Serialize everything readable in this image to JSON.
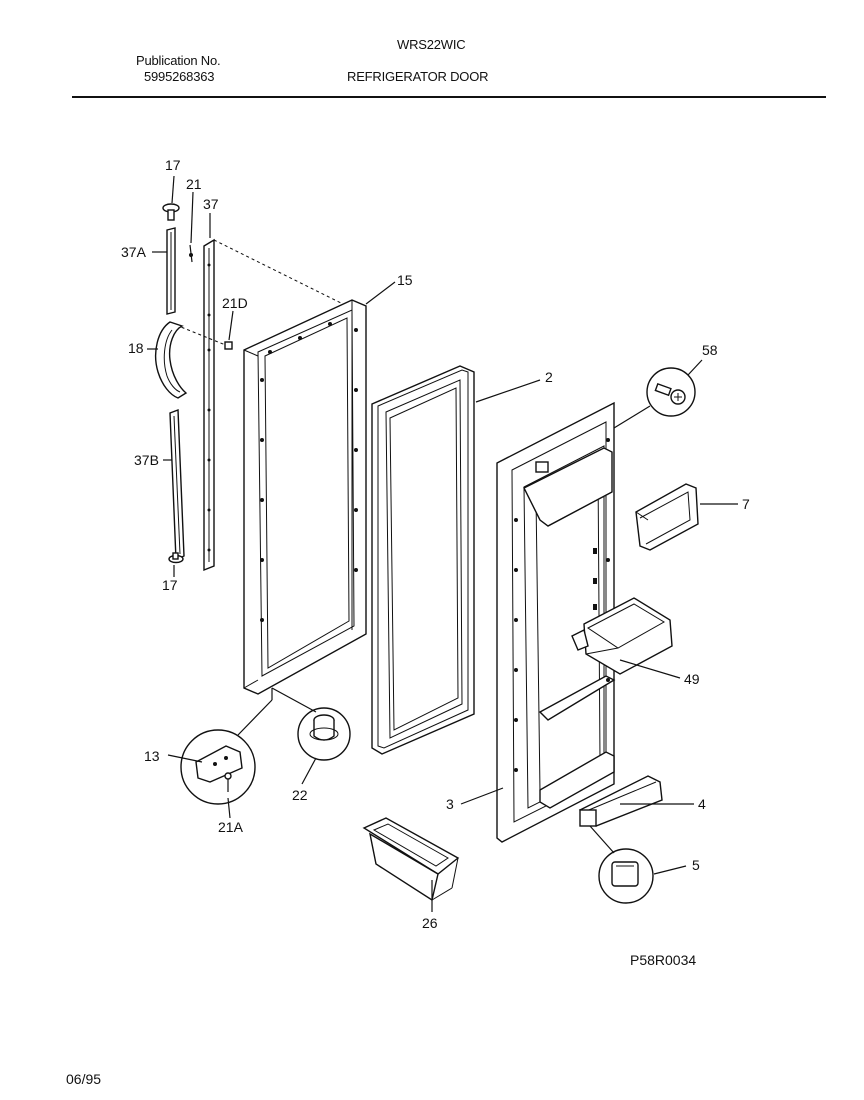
{
  "header": {
    "publication_label": "Publication No.",
    "publication_number": "5995268363",
    "model": "WRS22WIC",
    "section_title": "REFRIGERATOR DOOR"
  },
  "diagram_code": "P58R0034",
  "date": "06/95",
  "callouts": {
    "c17_top": "17",
    "c21": "21",
    "c37": "37",
    "c37A": "37A",
    "c21D": "21D",
    "c15": "15",
    "c18": "18",
    "c2": "2",
    "c58": "58",
    "c37B": "37B",
    "c7": "7",
    "c17_bottom": "17",
    "c49": "49",
    "c13": "13",
    "c22": "22",
    "c21A": "21A",
    "c3": "3",
    "c4": "4",
    "c5": "5",
    "c26": "26"
  }
}
